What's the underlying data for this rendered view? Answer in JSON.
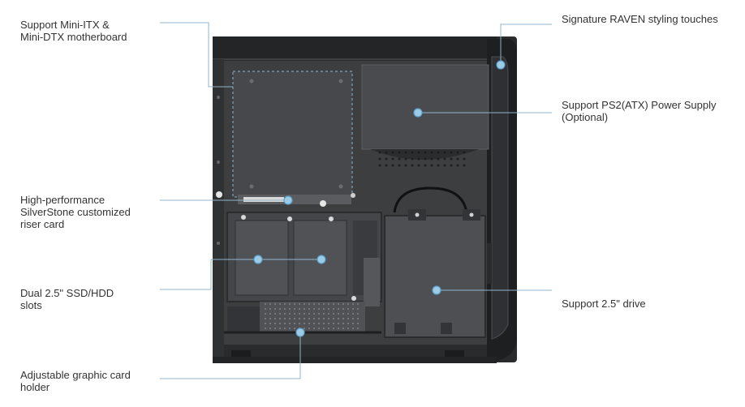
{
  "colors": {
    "leader_line": "#8fb4cc",
    "dot_fill": "#9ccbe6",
    "dot_ring": "#5c9fc7",
    "case_dark": "#2a2b2d",
    "case_mid": "#3d3e40",
    "case_light": "#56585b",
    "text": "#333333"
  },
  "callouts": [
    {
      "id": "motherboard",
      "lines": [
        "Support Mini-ITX &",
        "Mini-DTX motherboard"
      ]
    },
    {
      "id": "riser",
      "lines": [
        "High-performance",
        "SilverStone customized",
        "riser card"
      ]
    },
    {
      "id": "ssd",
      "lines": [
        "Dual 2.5\" SSD/HDD",
        "slots"
      ]
    },
    {
      "id": "gpu-holder",
      "lines": [
        "Adjustable graphic card",
        "holder"
      ]
    },
    {
      "id": "raven",
      "lines": [
        "Signature RAVEN styling touches"
      ]
    },
    {
      "id": "psu",
      "lines": [
        "Support PS2(ATX) Power Supply",
        "(Optional)"
      ]
    },
    {
      "id": "drive",
      "lines": [
        "Support 2.5\" drive"
      ]
    }
  ]
}
